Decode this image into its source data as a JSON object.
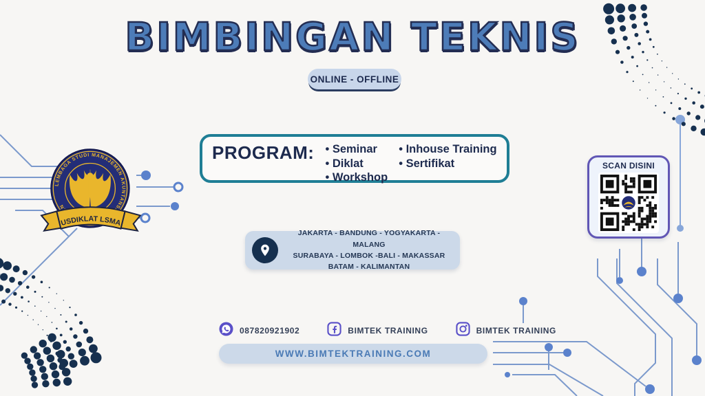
{
  "header": {
    "title": "BIMBINGAN TEKNIS",
    "badge": "ONLINE - OFFLINE"
  },
  "program": {
    "label": "PROGRAM:",
    "column1": [
      "Seminar",
      "Diklat",
      "Workshop"
    ],
    "column2": [
      "Inhouse Training",
      "Sertifikat"
    ]
  },
  "logo": {
    "ring_text": "LEMBAGA STUDI MANAJEMEN AKUNTANSI DAN PEMERINTAHAN",
    "ribbon_text": "PUSDIKLAT LSMAP"
  },
  "qr": {
    "label": "SCAN DISINI"
  },
  "locations": {
    "line1": "JAKARTA - BANDUNG - YOGYAKARTA - MALANG",
    "line2": "SURABAYA - LOMBOK -BALI - MAKASSAR",
    "line3": "BATAM - KALIMANTAN"
  },
  "contacts": {
    "whatsapp": "087820921902",
    "facebook": "BIMTEK TRAINING",
    "instagram": "BIMTEK TRAINING"
  },
  "website": "WWW.BIMTEKTRAINING.COM",
  "colors": {
    "title_fill": "#4d7cb8",
    "outline_navy": "#232d52",
    "teal_border": "#1f7e95",
    "pill_bg": "#ccd9e9",
    "badge_bg": "#c8d6ea",
    "navy_dots": "#16304f",
    "indigo_icons": "#5a50c8",
    "circuit_line": "#7b99cc",
    "circuit_node": "#5b82cc",
    "link_blue": "#4a7ab5",
    "gold": "#e9b62c",
    "logo_navy": "#232d77"
  }
}
